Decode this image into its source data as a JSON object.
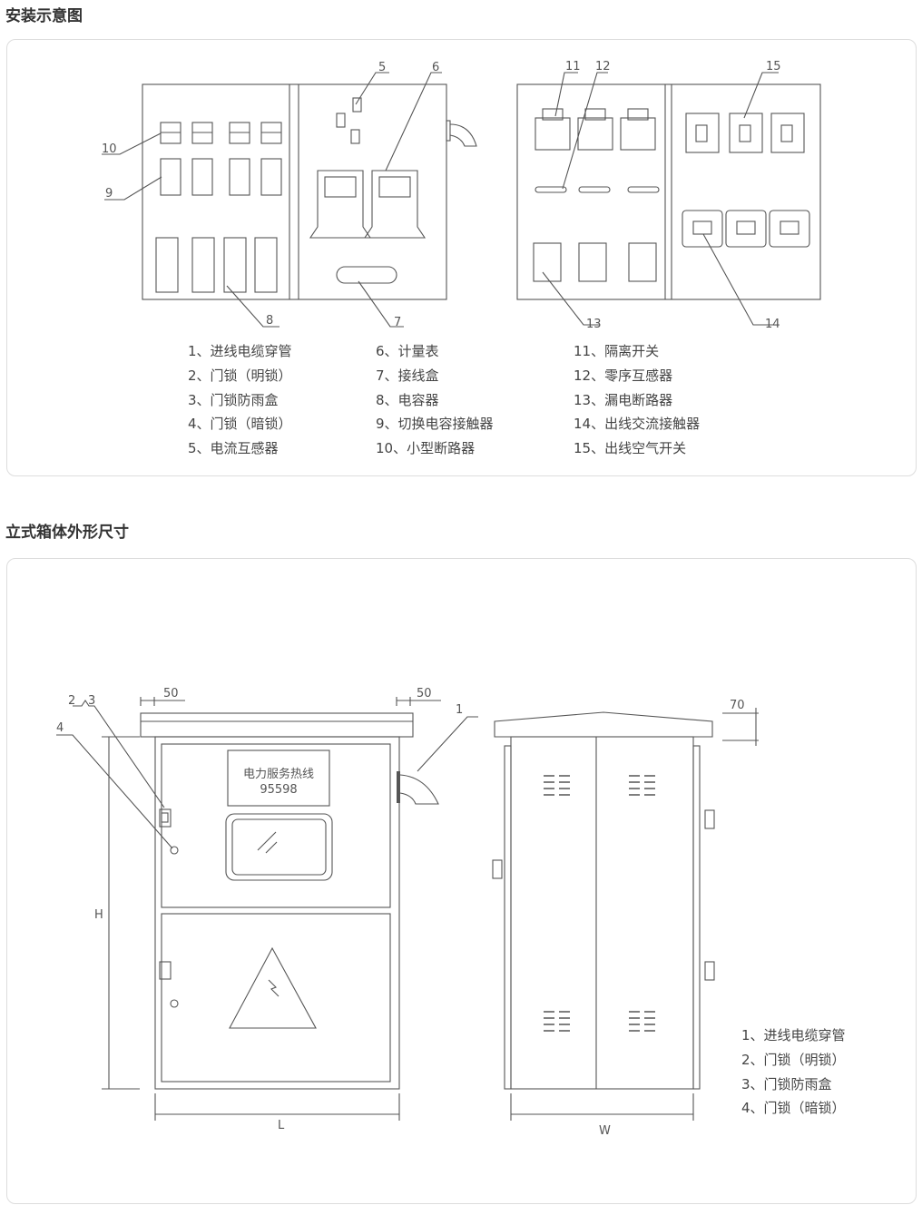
{
  "section1": {
    "title": "安装示意图",
    "callouts": [
      "5",
      "6",
      "10",
      "9",
      "8",
      "7",
      "11",
      "12",
      "15",
      "13",
      "14"
    ],
    "legend_col1": [
      "1、进线电缆穿管",
      "2、门锁（明锁）",
      "3、门锁防雨盒",
      "4、门锁（暗锁）",
      "5、电流互感器"
    ],
    "legend_col2": [
      "6、计量表",
      "7、接线盒",
      "8、电容器",
      "9、切换电容接触器",
      "10、小型断路器"
    ],
    "legend_col3": [
      "11、隔离开关",
      "12、零序互感器",
      "13、漏电断路器",
      "14、出线交流接触器",
      "15、出线空气开关"
    ]
  },
  "section2": {
    "title": "立式箱体外形尺寸",
    "sign_line1": "电力服务热线",
    "sign_line2": "95598",
    "dims": {
      "roof_overhang_left": "50",
      "roof_overhang_right": "50",
      "roof_height": "70",
      "height": "H",
      "length": "L",
      "width": "W"
    },
    "callouts": [
      "1",
      "2",
      "3",
      "4"
    ],
    "legend": [
      "1、进线电缆穿管",
      "2、门锁（明锁）",
      "3、门锁防雨盒",
      "4、门锁（暗锁）"
    ]
  }
}
